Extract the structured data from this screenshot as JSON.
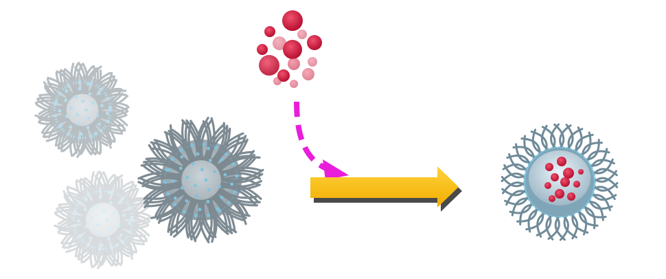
{
  "diagram": {
    "labels": [],
    "elements": {
      "empty_micelle_1": {
        "icon": "spiky-micelle",
        "state": "empty"
      },
      "empty_micelle_2": {
        "icon": "spiky-micelle",
        "state": "empty"
      },
      "empty_micelle_3": {
        "icon": "spiky-micelle",
        "state": "empty"
      },
      "drug_particles": {
        "icon": "red-spheres-cluster"
      },
      "loading_arrow": {
        "icon": "dashed-curved-arrow",
        "style": "dashed"
      },
      "process_arrow": {
        "icon": "block-arrow-right"
      },
      "loaded_micelle": {
        "icon": "cut-away-micelle-with-red-spheres",
        "state": "loaded"
      }
    },
    "colors": {
      "micelle_gray": "#7d8a92",
      "micelle_head": "#7fc3dd",
      "particle_red": "#d4183d",
      "dashed_arrow": "#e91edb",
      "block_arrow": "#f9c20f",
      "block_arrow_shadow": "#4a4a4a"
    }
  }
}
